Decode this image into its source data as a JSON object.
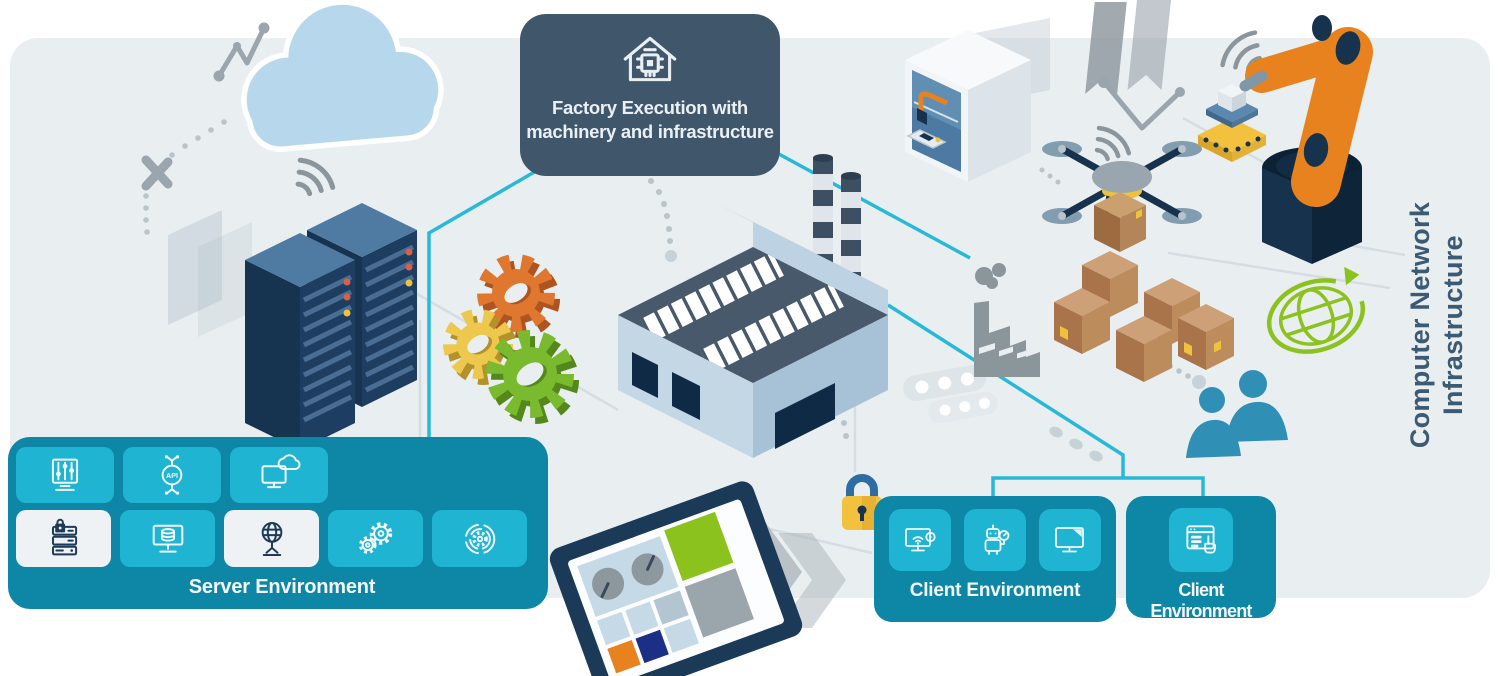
{
  "banner": {
    "line1": "Factory Execution with",
    "line2": "machinery and infrastructure",
    "icon": "smart-factory-house-chip-icon"
  },
  "side_label": {
    "line1": "Computer Network",
    "line2": "Infrastructure"
  },
  "server_environment": {
    "label": "Server Environment",
    "api_text": "API",
    "row1_icons": [
      "control-panel",
      "api-integration",
      "cloud-monitor"
    ],
    "row2_icons": [
      "secure-server",
      "database-monitor",
      "network-globe",
      "gears-automation",
      "settings-sync"
    ]
  },
  "client_environment_1": {
    "label": "Client Environment",
    "icons": [
      "wifi-monitor",
      "robot-assistant",
      "desktop-monitor"
    ]
  },
  "client_environment_2": {
    "label": "Client Environment",
    "icons": [
      "browser-click"
    ]
  },
  "illustrations": [
    "cloud",
    "trend-lines",
    "server-racks",
    "gears",
    "factory-building",
    "3d-printer",
    "factory-silhouette",
    "delivery-drone",
    "cardboard-boxes",
    "robot-arm",
    "globe-sync",
    "team-people",
    "padlock",
    "control-tablet"
  ],
  "colors": {
    "canvas_bg": "#e9eef1",
    "banner_bg": "#3f566b",
    "teal_panel": "#0e86a6",
    "tile_teal": "#1fb4d2",
    "tile_light": "#eef2f4",
    "dark_icon": "#1d3b58",
    "cyan_line": "#29b9d8",
    "side_label_color": "#3d5a73"
  }
}
